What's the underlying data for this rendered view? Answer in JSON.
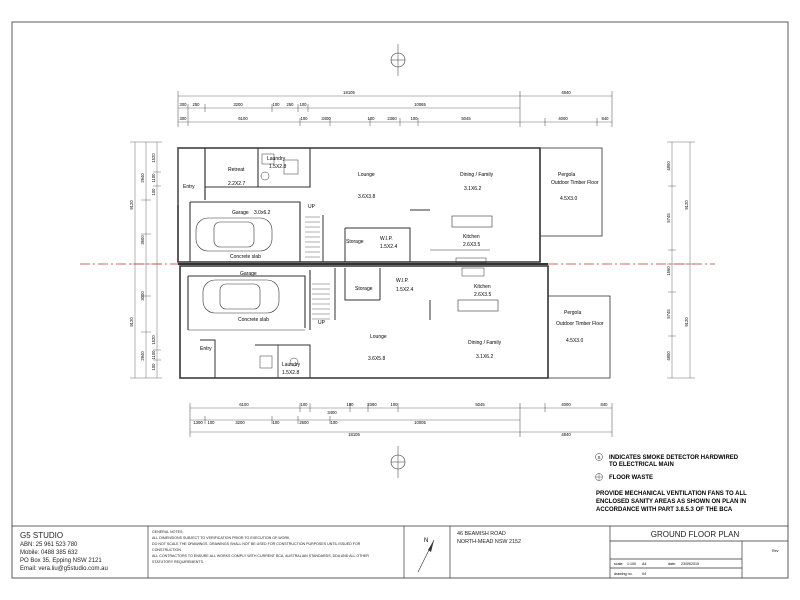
{
  "rooms": {
    "retreat": "Retreat",
    "retreat_size": "2.2X2.7",
    "laundry_top": "Laundry",
    "laundry_top_size": "1.5X2.8",
    "entry_top": "Entry",
    "lounge_top": "Lounge",
    "lounge_top_size": "3.6X3.8",
    "dining_top": "Dining / Family",
    "dining_top_size": "3.1X6.2",
    "pergola_top": "Pergola",
    "pergola_top_sub": "Outdoor Timber Floor",
    "pergola_top_size": "4.5X3.0",
    "garage_top": "Garage",
    "garage_top_size": "3.0x6.2",
    "concrete_top": "Concrete slab",
    "up_top": "UP",
    "storage_top": "Storage",
    "wip_top": "W.I.P.",
    "wip_top_size": "1.5X2.4",
    "kitchen_top": "Kitchen",
    "kitchen_top_size": "2.6X3.5",
    "garage_bot": "Garage",
    "concrete_bot": "Concrete slab",
    "up_bot": "UP",
    "storage_bot": "Storage",
    "wip_bot": "W.I.P.",
    "wip_bot_size": "1.5X2.4",
    "kitchen_bot": "Kitchen",
    "kitchen_bot_size": "2.6X3.5",
    "pergola_bot": "Pergola",
    "pergola_bot_sub": "Outdoor Timber Floor",
    "pergola_bot_size": "4.5X3.0",
    "entry_bot": "Entry",
    "lounge_bot": "Lounge",
    "lounge_bot_size": "3.6X5.8",
    "dining_bot": "Dining / Family",
    "dining_bot_size": "3.1X6.2",
    "laundry_bot": "Laundry",
    "laundry_bot_size": "1.5X2.8"
  },
  "dims": {
    "top_overall": "18105",
    "top_right": "4840",
    "top_r1": [
      "300",
      "250",
      "3200",
      "100",
      "250",
      "100",
      "10065"
    ],
    "top_r2": [
      "300",
      "6100",
      "100",
      "3400",
      "100",
      "2360",
      "100",
      "5045",
      "4000",
      "840"
    ],
    "bot_r1": [
      "6100",
      "100",
      "100",
      "2360",
      "100",
      "5045",
      "4000",
      "840"
    ],
    "bot_mid": "3400",
    "bot_r2": [
      "1300",
      "100",
      "3200",
      "100",
      "2600",
      "100",
      "10005"
    ],
    "bot_overall": "18105",
    "bot_right": "4840",
    "left_outer": [
      "9120",
      "9120"
    ],
    "left_mid": [
      "2940",
      "3600",
      "3000",
      "2940"
    ],
    "left_inner": [
      "1520",
      "1100",
      "100",
      "1520",
      "1100",
      "100"
    ],
    "right_outer": [
      "9120",
      "9120"
    ],
    "right_mid": [
      "4800",
      "5745",
      "1560",
      "5745",
      "4800"
    ]
  },
  "legend": {
    "smoke": "INDICATES SMOKE DETECTOR HARDWIRED",
    "smoke_2": "TO ELECTRICAL MAIN",
    "smoke_symbol": "S",
    "waste": "FLOOR WASTE",
    "vent_1": "PROVIDE MECHANICAL VENTILATION FANS TO ALL",
    "vent_2": "ENCLOSED SANITY AREAS AS SHOWN ON PLAN IN",
    "vent_3": "ACCORDANCE WITH PART 3.8.5.3 OF THE BCA"
  },
  "north": {
    "letter": "N"
  },
  "title_block": {
    "firm": "G5 STUDIO",
    "abn": "ABN: 25 961 523 780",
    "mobile": "Mobile: 0488 385 632",
    "po": "PO Box 35, Epping NSW 2121",
    "email": "Email: vera.liu@g5studio.com.au",
    "gn_title": "GENERAL NOTES:",
    "gn_1": "ALL DIMENSIONS SUBJECT TO VERIFICATION PRIOR TO EXECUTION OF WORK.",
    "gn_2": "DO NOT SCALE THE DRAWINGS. DRAWINGS SHALL NOT BE USED FOR CONSTRUCTION PURPOSES UNTIL ISSUED FOR",
    "gn_2b": "CONSTRUCTION",
    "gn_3": "ALL CONTRACTORS TO ENSURE ALL WORKS COMPLY WITH CURRENT BCA, AUSTRALIAN STANDARDS, DDA AND ALL OTHER",
    "gn_3b": "STATUTORY REQUIREMENTS.",
    "addr_1": "46 BEAMISH ROAD",
    "addr_2": "NORTH-MEAD NSW 2152",
    "plan_title": "GROUND FLOOR PLAN",
    "rev_label": "Rev",
    "scale_label": "scale:",
    "scale": "1:100",
    "sheet": "A4",
    "date_label": "date:",
    "date": "23/09/2015",
    "drawing_label": "drawing no.",
    "drawing_no": "04"
  }
}
